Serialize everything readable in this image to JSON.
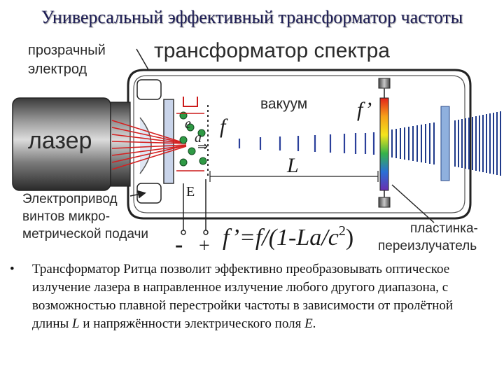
{
  "slide": {
    "title": "Универсальный эффективный трансформатор частоты"
  },
  "diagram": {
    "labels": {
      "heading": "трансформатор спектра",
      "electrode_line1": "прозрачный",
      "electrode_line2": "электрод",
      "laser": "лазер",
      "vacuum": "вакуум",
      "drive_line1": "Электропривод",
      "drive_line2": "винтов микро-",
      "drive_line3": "метрической подачи",
      "plate_line1": "пластинка-",
      "plate_line2": "переизлучатель",
      "symbol_e": "e",
      "symbol_a": "a",
      "symbol_f": "f",
      "symbol_f_prime": "f’",
      "symbol_L": "L",
      "symbol_E": "E",
      "minus": "-",
      "plus": "+",
      "formula_left": "f’=f/(1-",
      "formula_La": "La/c",
      "formula_sup": "2",
      "formula_close": ")"
    },
    "colors": {
      "laser_beam": "#d42020",
      "field_arrow": "#cc1a1a",
      "electron": "#2f9a45",
      "chamber_line": "#222222"
    }
  },
  "bullet": {
    "symbol": "•",
    "part1": "Трансформатор Ритца позволит эффективно преобразовывать оптическое излучение лазера в направленное излучение любого другого диапазона, с возможностью плавной перестройки частоты в зависимости от пролётной длины ",
    "L": "L",
    "part2": " и напряжённости электрического поля ",
    "E": "E",
    "part3": "."
  }
}
